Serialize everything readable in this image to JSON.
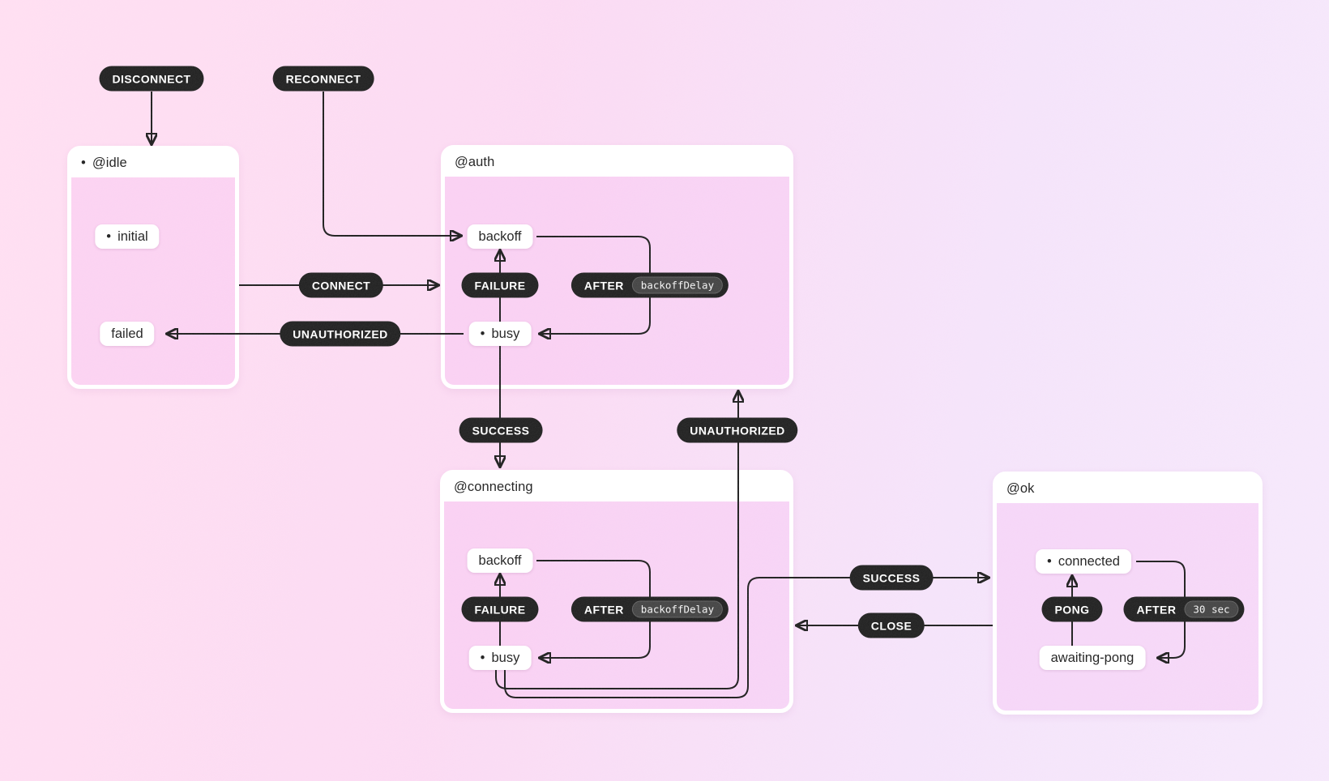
{
  "background": {
    "gradient_left": "#ffddf1",
    "gradient_right": "#f5e7fb"
  },
  "palette": {
    "event_pill_bg": "#161616",
    "event_pill_text": "#ffffff",
    "badge_bg": "#3b3b3b",
    "state_pill_bg": "#ffffff",
    "box_border": "#ffffff",
    "box_tint": "rgba(246,189,242,0.38)",
    "edge_line": "#141414"
  },
  "boxes": {
    "idle": {
      "title": "@idle",
      "bullet": "•"
    },
    "auth": {
      "title": "@auth",
      "bullet": ""
    },
    "connecting": {
      "title": "@connecting",
      "bullet": ""
    },
    "ok": {
      "title": "@ok",
      "bullet": ""
    }
  },
  "states": {
    "initial": {
      "label": "initial",
      "bullet": "•"
    },
    "failed": {
      "label": "failed",
      "bullet": ""
    },
    "auth_backoff": {
      "label": "backoff",
      "bullet": ""
    },
    "auth_busy": {
      "label": "busy",
      "bullet": "•"
    },
    "conn_backoff": {
      "label": "backoff",
      "bullet": ""
    },
    "conn_busy": {
      "label": "busy",
      "bullet": "•"
    },
    "connected": {
      "label": "connected",
      "bullet": "•"
    },
    "awaiting_pong": {
      "label": "awaiting-pong",
      "bullet": ""
    }
  },
  "events": {
    "disconnect": {
      "label": "DISCONNECT"
    },
    "reconnect": {
      "label": "RECONNECT"
    },
    "connect": {
      "label": "CONNECT"
    },
    "unauthorized_to_failed": {
      "label": "UNAUTHORIZED"
    },
    "auth_failure": {
      "label": "FAILURE"
    },
    "auth_after": {
      "label": "AFTER",
      "badge": "backoffDelay"
    },
    "success_to_connecting": {
      "label": "SUCCESS"
    },
    "unauthorized_to_auth": {
      "label": "UNAUTHORIZED"
    },
    "conn_failure": {
      "label": "FAILURE"
    },
    "conn_after": {
      "label": "AFTER",
      "badge": "backoffDelay"
    },
    "success_to_ok": {
      "label": "SUCCESS"
    },
    "close": {
      "label": "CLOSE"
    },
    "pong": {
      "label": "PONG"
    },
    "ok_after": {
      "label": "AFTER",
      "badge": "30 sec"
    }
  },
  "transitions": [
    {
      "event": "DISCONNECT",
      "to": "@idle"
    },
    {
      "event": "RECONNECT",
      "to": "@auth.backoff"
    },
    {
      "from": "@idle",
      "event": "CONNECT",
      "to": "@auth"
    },
    {
      "from": "@auth.busy",
      "event": "UNAUTHORIZED",
      "to": "@idle.failed"
    },
    {
      "from": "@auth.busy",
      "event": "FAILURE",
      "to": "@auth.backoff"
    },
    {
      "from": "@auth.backoff",
      "event": "AFTER backoffDelay",
      "to": "@auth.busy"
    },
    {
      "from": "@auth.busy",
      "event": "SUCCESS",
      "to": "@connecting"
    },
    {
      "from": "@connecting.busy",
      "event": "FAILURE",
      "to": "@connecting.backoff"
    },
    {
      "from": "@connecting.backoff",
      "event": "AFTER backoffDelay",
      "to": "@connecting.busy"
    },
    {
      "from": "@connecting.busy",
      "event": "UNAUTHORIZED",
      "to": "@auth"
    },
    {
      "from": "@connecting.busy",
      "event": "SUCCESS",
      "to": "@ok"
    },
    {
      "from": "@ok",
      "event": "CLOSE",
      "to": "@connecting"
    },
    {
      "from": "@ok.awaiting-pong",
      "event": "PONG",
      "to": "@ok.connected"
    },
    {
      "from": "@ok.connected",
      "event": "AFTER 30 sec",
      "to": "@ok.awaiting-pong"
    }
  ]
}
